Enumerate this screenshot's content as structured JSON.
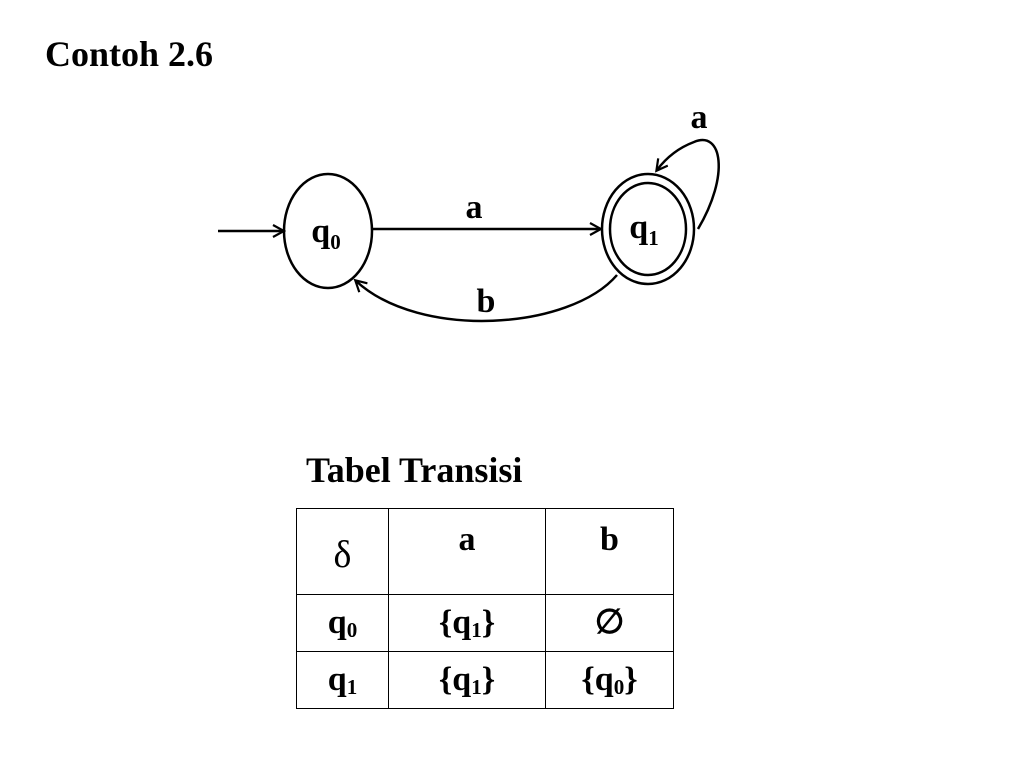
{
  "title": "Contoh 2.6",
  "diagram": {
    "states": [
      {
        "id": "q0",
        "base": "q",
        "sub": "0",
        "start": true,
        "accept": false
      },
      {
        "id": "q1",
        "base": "q",
        "sub": "1",
        "start": false,
        "accept": true
      }
    ],
    "transitions": [
      {
        "from": "q0",
        "to": "q1",
        "symbol": "a"
      },
      {
        "from": "q1",
        "to": "q1",
        "symbol": "a"
      },
      {
        "from": "q1",
        "to": "q0",
        "symbol": "b"
      }
    ]
  },
  "table": {
    "title": "Tabel Transisi",
    "header": {
      "corner": "δ",
      "cols": [
        "a",
        "b"
      ]
    },
    "rows": [
      {
        "state": {
          "base": "q",
          "sub": "0"
        },
        "cells": [
          {
            "open": "{",
            "base": "q",
            "sub": "1",
            "close": "}"
          },
          {
            "text": "∅"
          }
        ]
      },
      {
        "state": {
          "base": "q",
          "sub": "1"
        },
        "cells": [
          {
            "open": "{",
            "base": "q",
            "sub": "1",
            "close": "}"
          },
          {
            "open": "{",
            "base": "q",
            "sub": "0",
            "close": "}"
          }
        ]
      }
    ]
  }
}
